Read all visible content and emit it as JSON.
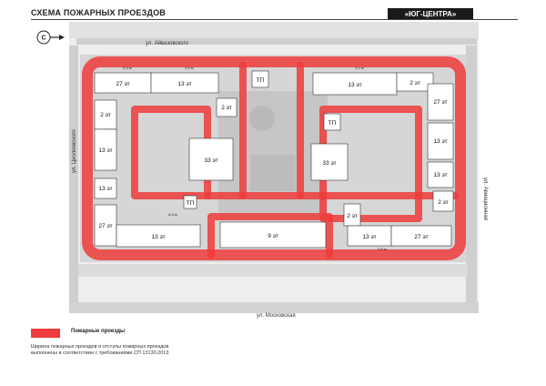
{
  "header": {
    "title": "СХЕМА ПОЖАРНЫХ ПРОЕЗДОВ",
    "brand": "«ЮГ-ЦЕНТРА»"
  },
  "compass": {
    "label": "С"
  },
  "streets": {
    "north": "ул. Айвазовского",
    "west": "ул. Циолковского",
    "east": "ул. Авиационная",
    "south": "ул. Московская"
  },
  "buildings": [
    {
      "id": "b-27-nw",
      "label": "27 эт"
    },
    {
      "id": "b-13-n-left",
      "label": "13 эт"
    },
    {
      "id": "b-2-w",
      "label": "2 эт"
    },
    {
      "id": "b-13-w",
      "label": "13 эт"
    },
    {
      "id": "b-2-mid-left",
      "label": "2 эт"
    },
    {
      "id": "b-33-left",
      "label": "33 эт"
    },
    {
      "id": "b-tp-top-left",
      "label": "ТП"
    },
    {
      "id": "b-tp-mid-left",
      "label": "ТП"
    },
    {
      "id": "b-13-w-lower",
      "label": "13 эт"
    },
    {
      "id": "b-27-sw",
      "label": "27 эт"
    },
    {
      "id": "b-13-s-left",
      "label": "13 эт"
    },
    {
      "id": "b-9-s-mid",
      "label": "9 эт"
    },
    {
      "id": "b-13-n-right",
      "label": "13 эт"
    },
    {
      "id": "b-2-ne",
      "label": "2 эт"
    },
    {
      "id": "b-27-ne",
      "label": "27 эт"
    },
    {
      "id": "b-tp-right",
      "label": "ТП"
    },
    {
      "id": "b-33-right",
      "label": "33 эт"
    },
    {
      "id": "b-13-e",
      "label": "13 эт"
    },
    {
      "id": "b-13-e-lower",
      "label": "13 эт"
    },
    {
      "id": "b-2-e-lower",
      "label": "2 эт"
    },
    {
      "id": "b-2-se",
      "label": "2 эт"
    },
    {
      "id": "b-13-se",
      "label": "13 эт"
    },
    {
      "id": "b-27-se",
      "label": "27 эт"
    }
  ],
  "dimensions": {
    "d1": "6,0 м",
    "d2": "5,0 м",
    "d3": "4,2 м",
    "d4": "8,0 м",
    "d5": "6,5 м"
  },
  "colors": {
    "fire_lane": "#ef3b3b",
    "building": "#ffffff",
    "ground": "#d9d9d9",
    "ground_dark": "#bdbdbd"
  },
  "legend": {
    "label": "Пожарные проезды"
  },
  "note": {
    "line1": "Ширина пожарных проездов и отступы пожарных проездов",
    "line2": "выполнены в соответствии с требованиями СП 13130.2013"
  }
}
